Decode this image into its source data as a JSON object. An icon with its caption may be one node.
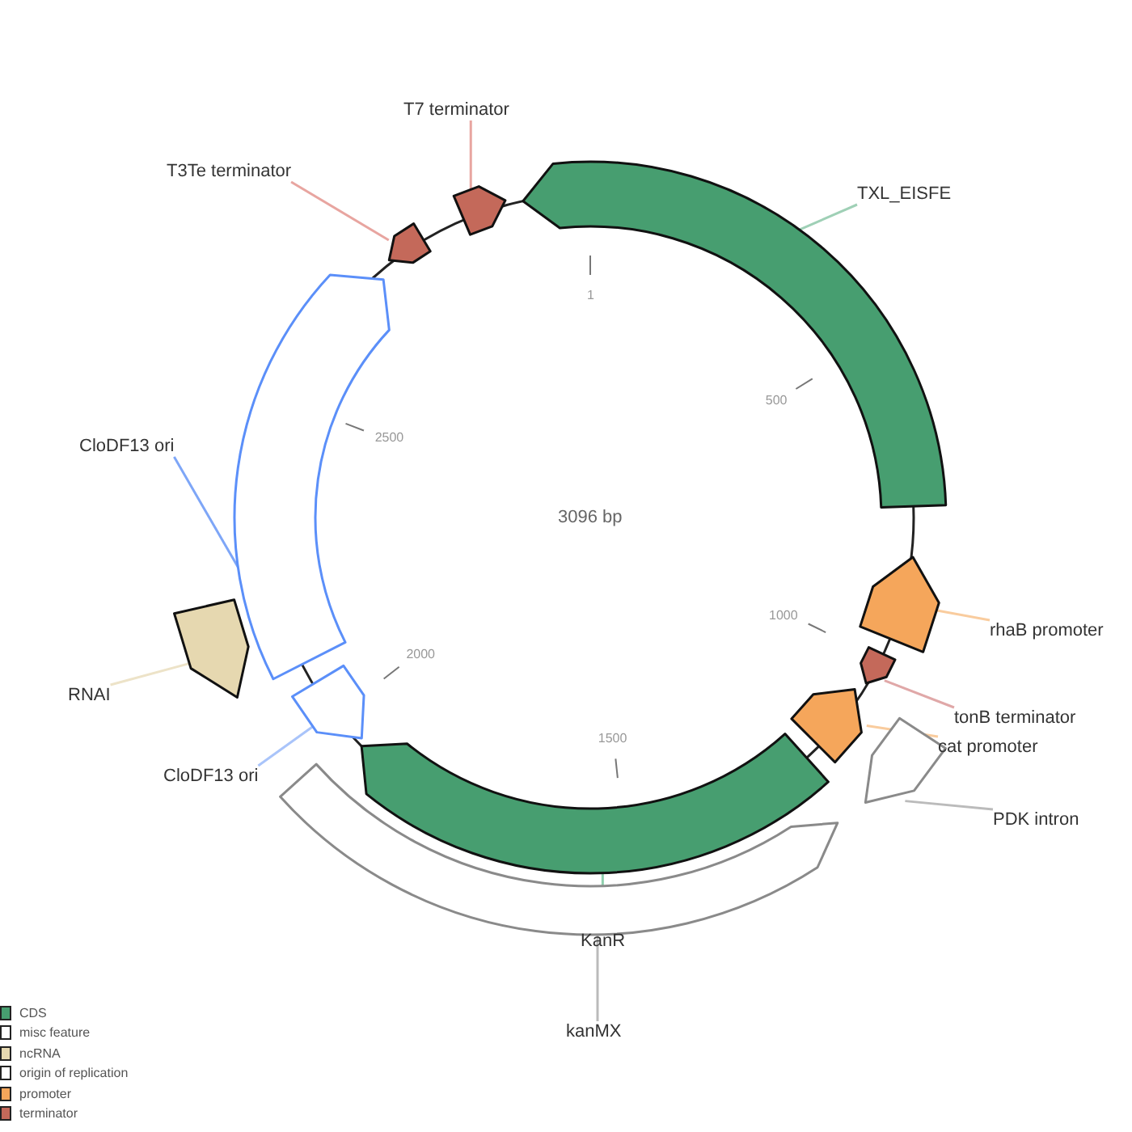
{
  "diagram": {
    "nodes": [
      {
        "text": [
          "T7 terminator"
        ]
      },
      {
        "text": [],
        "shape": "pentagon"
      },
      {
        "text": [
          "T3Te terminator"
        ]
      },
      {
        "text": [],
        "shape": "pentagon"
      },
      {
        "text": [
          "TXL_EISFE"
        ]
      },
      {
        "text": [],
        "shape": "arc"
      },
      {
        "text": [
          "CloDF13 ori"
        ]
      },
      {
        "text": [],
        "shape": "arc"
      },
      {
        "text": [
          "RNAI"
        ]
      },
      {
        "text": [],
        "shape": "pentagon"
      },
      {
        "text": [
          "CloDF13 ori"
        ]
      },
      {
        "text": [],
        "shape": "pentagon"
      },
      {
        "text": [
          "rhaB promoter"
        ]
      },
      {
        "text": [],
        "shape": "pentagon"
      },
      {
        "text": [
          "tonB terminator"
        ]
      },
      {
        "text": [],
        "shape": "pentagon"
      },
      {
        "text": [
          "cat promoter"
        ]
      },
      {
        "text": [],
        "shape": "pentagon"
      },
      {
        "text": [
          "PDK intron"
        ]
      },
      {
        "text": [],
        "shape": "pentagon"
      },
      {
        "text": [
          "KanR"
        ]
      },
      {
        "text": [],
        "shape": "arc"
      },
      {
        "text": [
          "kanMX"
        ]
      },
      {
        "text": [],
        "shape": "arc"
      }
    ],
    "edges": [
      {
        "from": 0,
        "to": 1,
        "arrow": "none",
        "color": "#e8a5a0"
      },
      {
        "from": 2,
        "to": 3,
        "arrow": "none",
        "color": "#e8a5a0"
      },
      {
        "from": 4,
        "to": 5,
        "arrow": "none",
        "color": "#9fd0b6"
      },
      {
        "from": 6,
        "to": 7,
        "arrow": "none",
        "color": "#7ea6f7"
      },
      {
        "from": 8,
        "to": 9,
        "arrow": "none",
        "color": "#ede3c8"
      },
      {
        "from": 10,
        "to": 11,
        "arrow": "none",
        "color": "#a9c4fa"
      },
      {
        "from": 12,
        "to": 13,
        "arrow": "none",
        "color": "#f9cc9e"
      },
      {
        "from": 14,
        "to": 15,
        "arrow": "none",
        "color": "#e0a8a8"
      },
      {
        "from": 16,
        "to": 17,
        "arrow": "none",
        "color": "#f9cc9e"
      },
      {
        "from": 18,
        "to": 19,
        "arrow": "none",
        "color": "#bbbbbb"
      },
      {
        "from": 20,
        "to": 21,
        "arrow": "none",
        "color": "#8fd0ae"
      },
      {
        "from": 22,
        "to": 23,
        "arrow": "none",
        "color": "#bbbbbb"
      }
    ],
    "labels": [
      "1",
      "500",
      "2500",
      "3096 bp",
      "1000",
      "2000",
      "1500"
    ],
    "legend": [
      {
        "text": "CDS",
        "color": "#479e70"
      },
      {
        "text": "misc feature",
        "color": "#ffffff"
      },
      {
        "text": "ncRNA",
        "color": "#e6d8b0"
      },
      {
        "text": "origin of replication",
        "color": "#ffffff"
      },
      {
        "text": "promoter",
        "color": "#f5a65b"
      },
      {
        "text": "terminator",
        "color": "#c4695a"
      }
    ]
  }
}
